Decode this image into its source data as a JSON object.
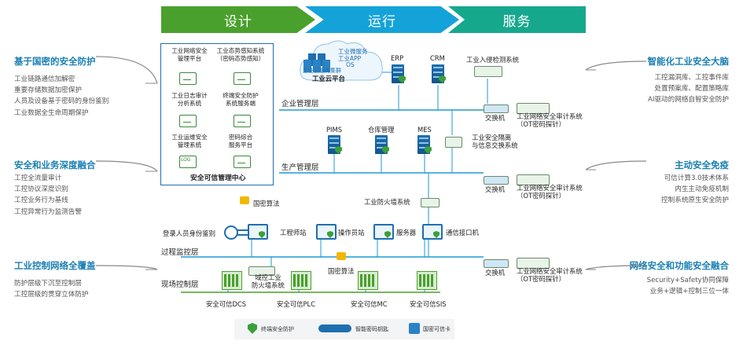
{
  "phases": [
    "设计",
    "运行",
    "服务"
  ],
  "left": [
    {
      "title": "基于国密的安全防护",
      "items": [
        "工业链路通信加解密",
        "重要存储数据加密保护",
        "人员及设备基于密码的身份鉴别",
        "工业数据全生命周期保护"
      ]
    },
    {
      "title": "安全和业务深度融合",
      "items": [
        "工控全流量审计",
        "工控协议深度识别",
        "工控业务行为基线",
        "工控异常行为监测告警"
      ]
    },
    {
      "title": "工业控制网络全覆盖",
      "items": [
        "防护层级下沉至控制层",
        "工控层级的贯穿立体防护"
      ]
    }
  ],
  "right": [
    {
      "title": "智能化工业安全大脑",
      "items": [
        "工控漏洞库、工控事件库",
        "处置预案库、配置策略库",
        "AI驱动的网络自智安全防护"
      ]
    },
    {
      "title": "主动安全免疫",
      "items": [
        "可信计算3.0技术体系",
        "内生主动免疫机制",
        "控制系统原生安全防护"
      ]
    },
    {
      "title": "网络安全和功能安全融合",
      "items": [
        "Security+Safety协同保障",
        "业务+逻辑+控制三位一体"
      ]
    }
  ],
  "center_box": {
    "cells": [
      [
        "工业网络安全",
        "管理平台"
      ],
      [
        "工业态势感知系统",
        "（密码态势感知）"
      ],
      [
        "工业日志审计",
        "分析系统"
      ],
      [
        "终端安全防护",
        "系统服务端"
      ],
      [
        "工业运维安全",
        "管理系统"
      ],
      [
        "密码综合",
        "服务平台"
      ]
    ],
    "log_label": "LOG",
    "footer": "安全可信管理中心"
  },
  "cloud": {
    "cluster": [
      "工业云服务集群"
    ],
    "services": [
      "工业微服务",
      "工业APP",
      "OS"
    ],
    "platform": "工业云平台"
  },
  "layers": {
    "enterprise": "企业管理层",
    "production": "生产管理层",
    "process": "过程监控层",
    "field": "现场控制层"
  },
  "servers": {
    "erp": "ERP",
    "crm": "CRM",
    "pims": "PIMS",
    "warehouse": "仓库管理",
    "mes": "MES"
  },
  "devices": {
    "intrusion": "工业入侵检测系统",
    "switch": "交换机",
    "audit_lines": [
      "工业网络安全审计系统",
      "（OT密码探针）"
    ],
    "isolation_lines": [
      "工业安全隔离",
      "与信息交换系统"
    ],
    "firewall": "工业防火墙系统",
    "domain_fw": [
      "域控工业",
      "防火墙系统"
    ],
    "crypto": "国密算法",
    "login": "登录人员身份鉴别",
    "engineer": "工程师站",
    "operator": "操作员站",
    "server": "服务器",
    "comm": "通信接口机"
  },
  "controllers": [
    "安全可信DCS",
    "安全可信PLC",
    "安全可信MC",
    "安全可信SIS"
  ],
  "legend": [
    "终端安全防护",
    "智能密码钥匙",
    "国密可信卡"
  ]
}
